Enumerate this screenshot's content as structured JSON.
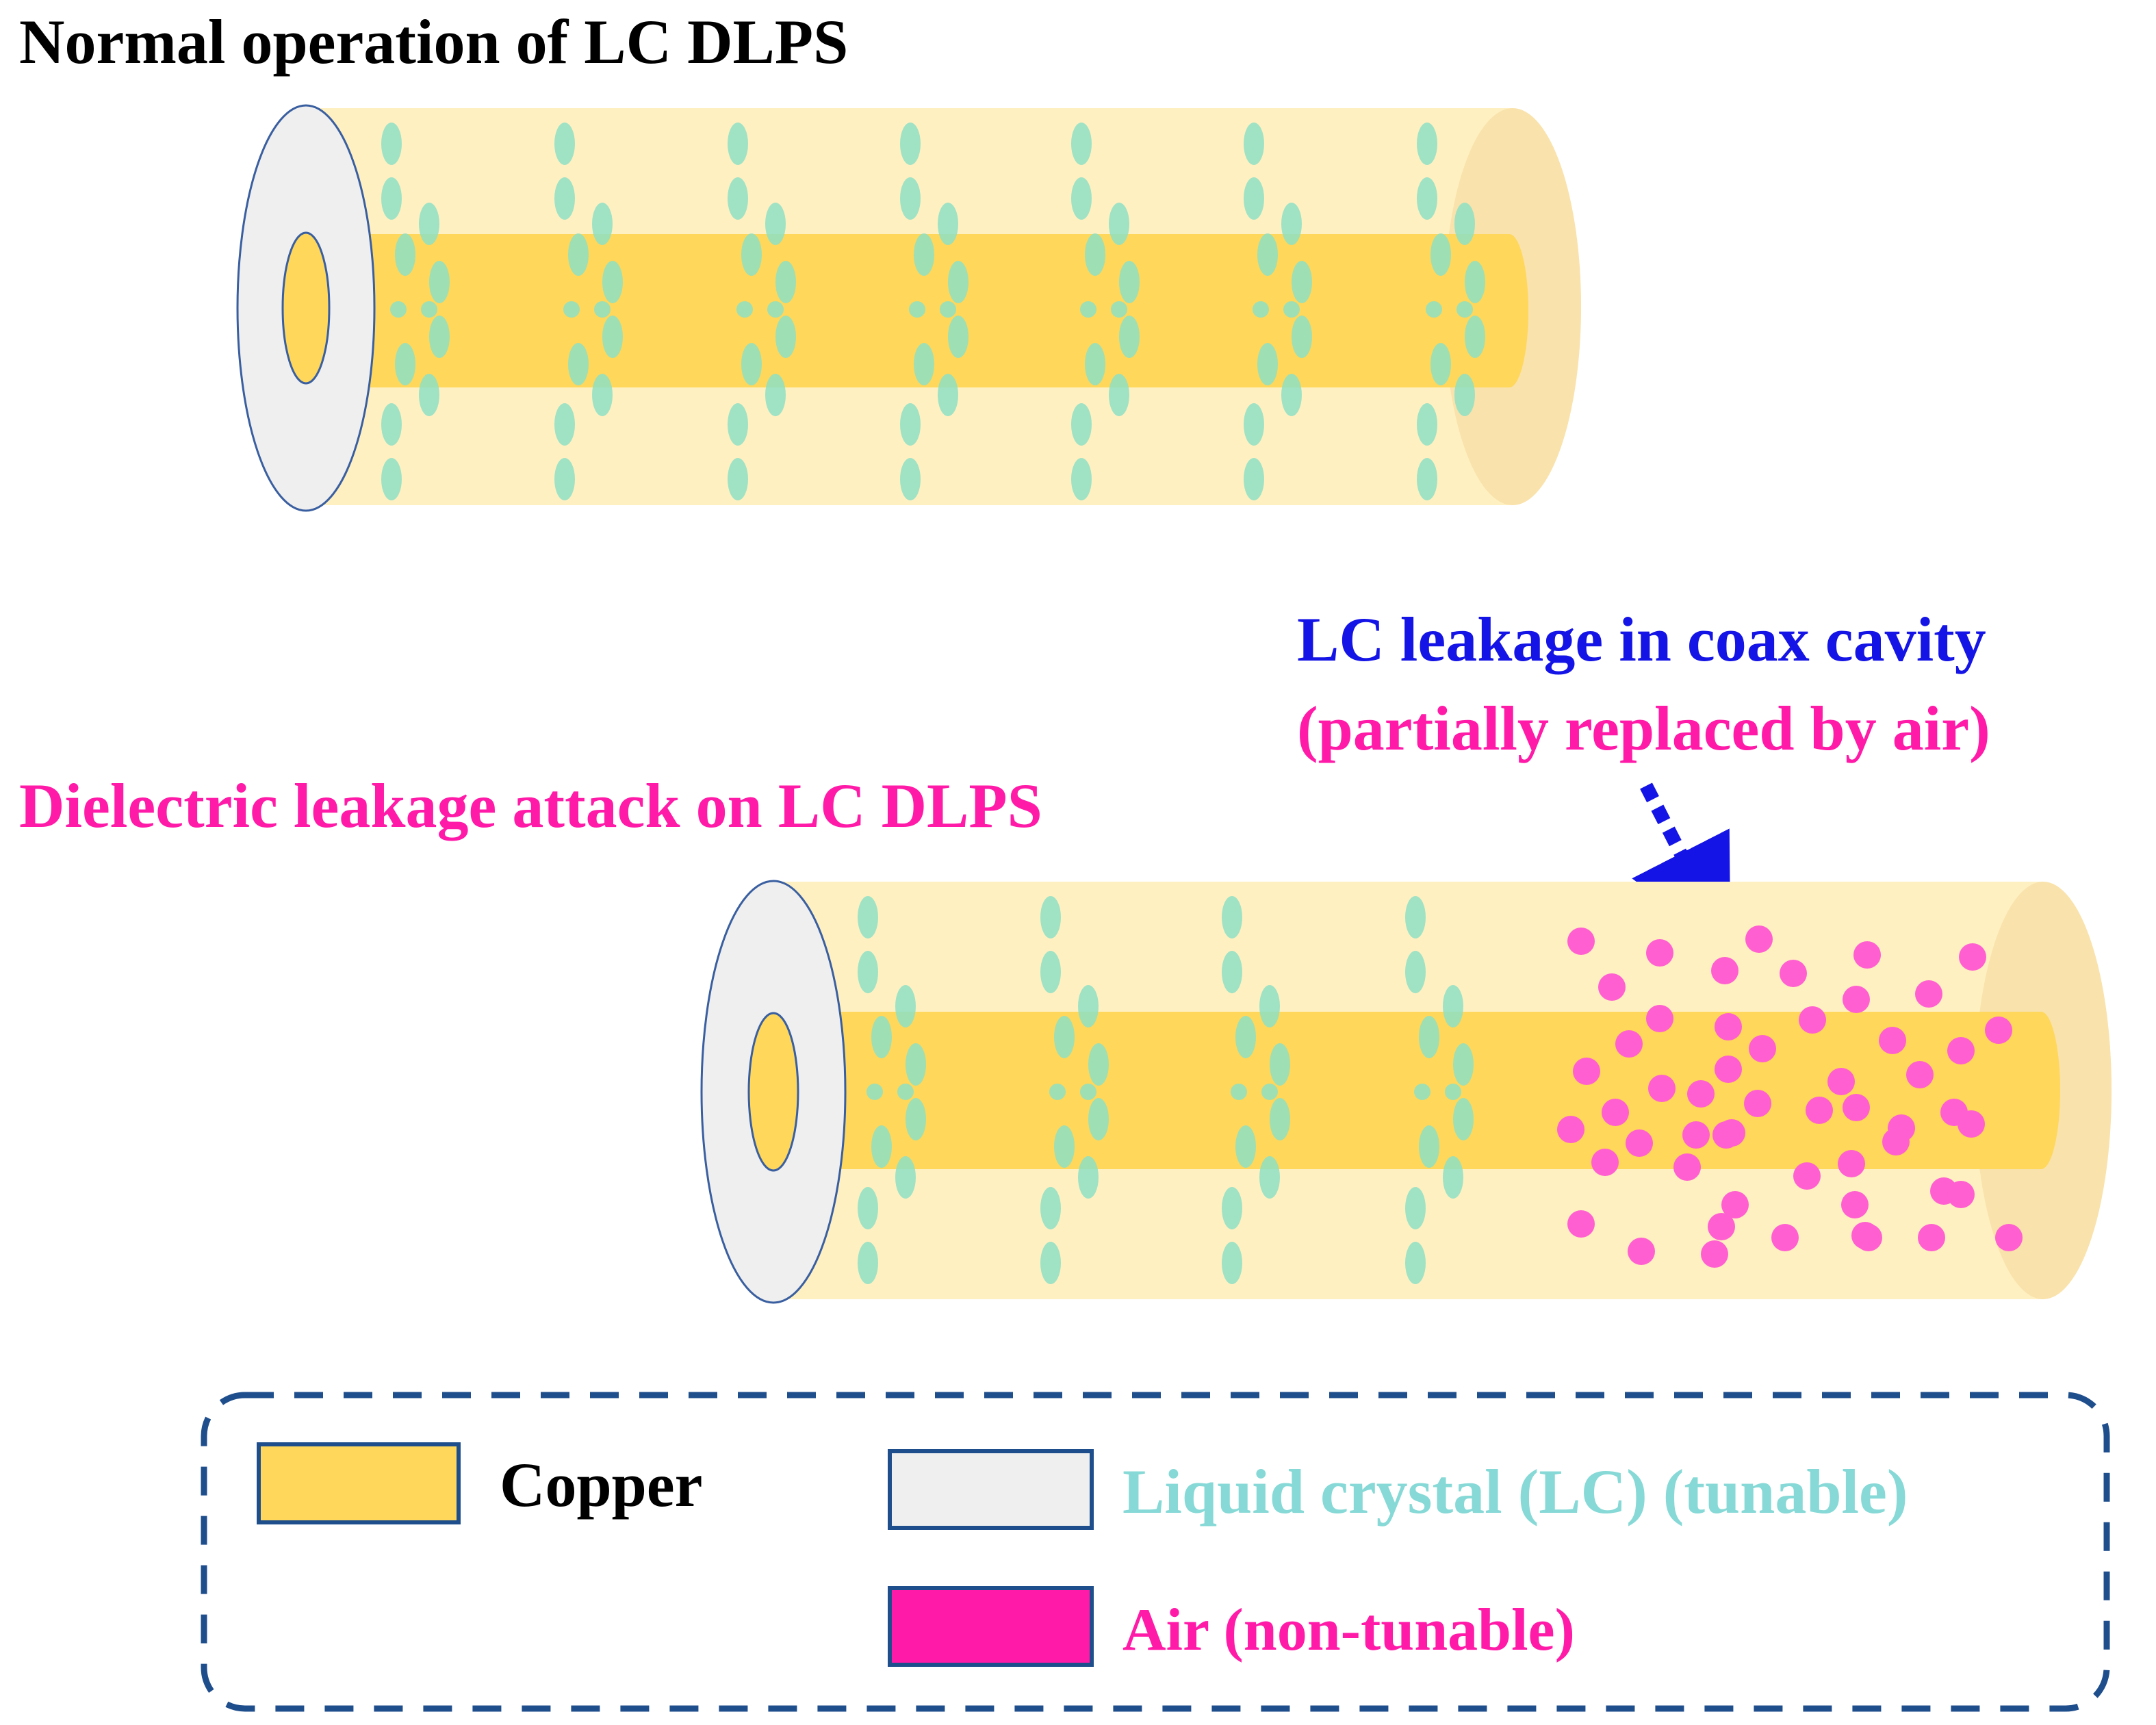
{
  "titles": {
    "normal": "Normal operation of LC DLPS",
    "attack": "Dielectric leakage attack on LC DLPS"
  },
  "annotation": {
    "line1": "LC leakage in coax cavity",
    "line2": "(partially replaced by air)"
  },
  "legend": {
    "copper": "Copper",
    "lc": "Liquid crystal (LC) (tunable)",
    "air": "Air (non-tunable)"
  },
  "colors": {
    "title": "#000000",
    "attack": "#ff1aa8",
    "annotation": "#1414e6",
    "lc_text": "#86d9d6",
    "copper": "#ffd75a",
    "shell": "#fff0c2",
    "shell_end": "#f8e0a8",
    "lc_end_face": "#efefef",
    "lc_molecule": "#8ee0c4",
    "air_dot": "#ff5fd0",
    "outline": "#3a5fa0",
    "legend_border": "#1f4e8c",
    "arrow": "#1414e6"
  }
}
